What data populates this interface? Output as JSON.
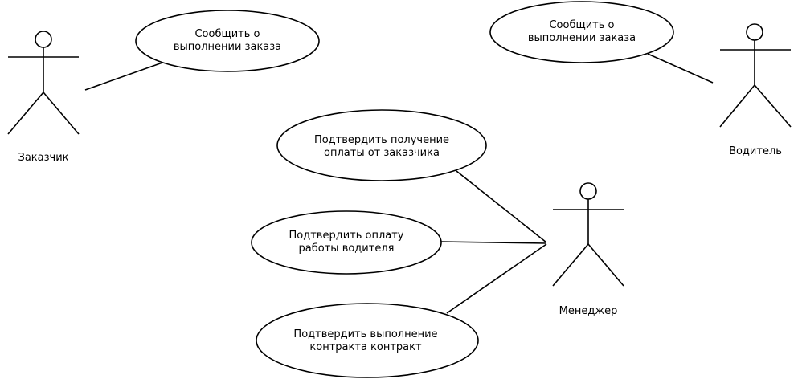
{
  "actors": {
    "customer": {
      "name": "Заказчик"
    },
    "driver": {
      "name": "Водитель"
    },
    "manager": {
      "name": "Менеджер"
    }
  },
  "use_cases": {
    "customer_report": {
      "label": "Сообщить о\nвыполнении заказа"
    },
    "driver_report": {
      "label": "Сообщить о\nвыполнении заказа"
    },
    "confirm_payment_receipt": {
      "label": "Подтвердить получение\nоплаты от заказчика"
    },
    "confirm_driver_payment": {
      "label": "Подтвердить оплату\nработы водителя"
    },
    "confirm_contract": {
      "label": "Подтвердить выполнение\nконтракта контракт"
    }
  }
}
